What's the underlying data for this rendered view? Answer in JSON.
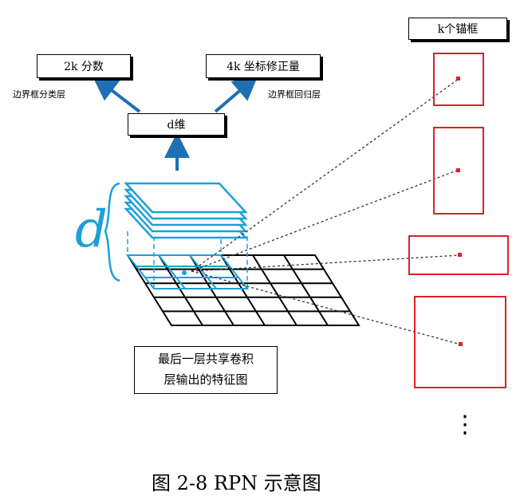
{
  "boxes": {
    "cls": "2k 分数",
    "reg": "4k 坐标修正量",
    "dim": "d维",
    "anchors": "k个锚框"
  },
  "notes": {
    "cls": "边界框分类层",
    "reg": "边界框回归层"
  },
  "feature_map": {
    "line1": "最后一层共享卷积",
    "line2": "层输出的特征图"
  },
  "depth_label": "d",
  "ellipsis": "⋮",
  "caption": "图 2-8 RPN 示意图",
  "colors": {
    "blue": "#1da0d8",
    "arrow_blue": "#1f6fb4",
    "red": "#e0202a",
    "black": "#000000"
  }
}
